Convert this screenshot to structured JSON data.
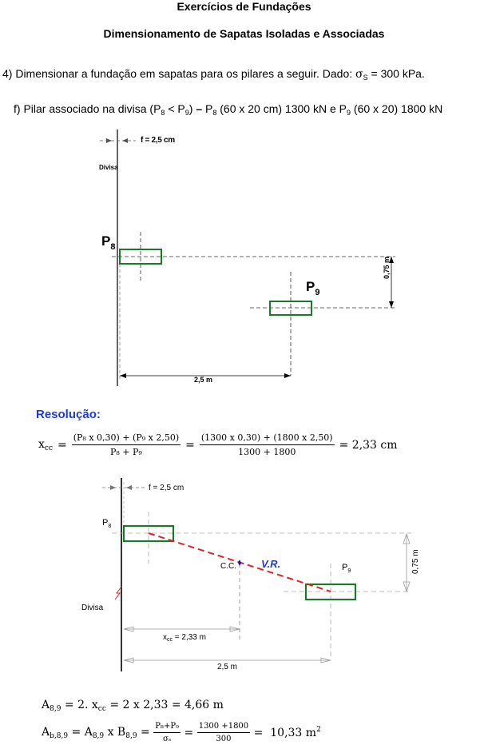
{
  "header": {
    "title": "Exercícios de Fundações",
    "subtitle": "Dimensionamento de Sapatas Isoladas e Associadas"
  },
  "problem": {
    "statement_pre": "4) Dimensionar a fundação em sapatas para os pilares a seguir. Dado: ",
    "sigma": "σ",
    "sigma_sub": "S",
    "statement_post": " = 300 kPa.",
    "item_f": {
      "a": "f) Pilar associado na divisa (P",
      "b": "8",
      "c": " < P",
      "d": "9",
      "e": ") ",
      "dash": "–",
      "f": " P",
      "g": "8",
      "h": " (60 x 20 cm) 1300 kN e P",
      "i": "9",
      "j": " (60 x 20) 1800 kN"
    }
  },
  "figure1": {
    "f_label": "f = 2,5 cm",
    "divisa": "Divisa",
    "p8": "P",
    "p8_sub": "8",
    "p9": "P",
    "p9_sub": "9",
    "dim_vertical": "0,75 m",
    "dim_horizontal": "2,5 m"
  },
  "resolucao": {
    "heading": "Resolução:",
    "xcc_lhs": "x",
    "xcc_sub": "cc",
    "frac1_num": "(P₈ x 0,30) + (P₉ x 2,50)",
    "frac1_den": "P₈ + P₉",
    "frac2_num": "(1300 x 0,30) + (1800 x 2,50)",
    "frac2_den": "1300 + 1800",
    "result": "= 2,33 cm"
  },
  "figure2": {
    "f_label": "f = 2,5 cm",
    "p8": "P",
    "p8_sub": "8",
    "cc": "C.C.",
    "vr": "V.R.",
    "p9": "P",
    "p9_sub": "9",
    "divisa": "Divisa",
    "dim_vertical": "0,75 m",
    "xcc_dim_a": "x",
    "xcc_dim_sub": "cc",
    "xcc_dim_b": " = 2,33 m",
    "dim_horizontal": "2,5 m",
    "colors": {
      "footing": "#1a7a2a",
      "vr_line": "#e32020",
      "cc_point": "#1010d0",
      "heading": "#1f3bd6"
    }
  },
  "equations": {
    "a89_lhs": "A",
    "a89_sub": "8,9",
    "a89_rhs": " = 2. x",
    "a89_rhs_sub": "cc",
    "a89_tail": " = 2 x 2,33 = 4,66 m",
    "ab89_a": "A",
    "ab89_sub1": "b,8,9",
    "ab89_b": " = A",
    "ab89_sub2": "8,9",
    "ab89_c": " x B",
    "ab89_sub3": "8,9",
    "ab89_d": " = ",
    "ab89_frac_num": "P₈+P₉",
    "ab89_frac_den": "σₛ",
    "ab89_e": " = ",
    "ab89_frac2_num": "1300 +1800",
    "ab89_frac2_den": "300",
    "ab89_f": " =  10,33 m",
    "ab89_sup": "2"
  }
}
